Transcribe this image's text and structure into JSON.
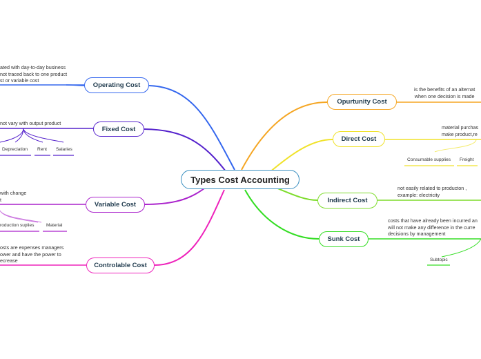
{
  "central": {
    "label": "Types Cost Accounting"
  },
  "left": {
    "operating": {
      "label": "Operating Cost",
      "desc": [
        "ated with day-to-day business",
        "not traced back to one product",
        "st or variable cost"
      ]
    },
    "fixed": {
      "label": "Fixed Cost",
      "desc": "not vary with output product",
      "subs": [
        "Depreciation",
        "Rent",
        "Salaries"
      ]
    },
    "variable": {
      "label": "Variable Cost",
      "desc": [
        "with change",
        "t"
      ],
      "subs": [
        "roduction suplies",
        "Material"
      ]
    },
    "controllable": {
      "label": "Controlable Cost",
      "desc": [
        "osts are expenses managers",
        "ower and have the power to",
        "ecrease"
      ]
    }
  },
  "right": {
    "opportunity": {
      "label": "Opurtunity Cost",
      "desc": [
        "is the benefits of an alternat",
        "when one decision is made"
      ]
    },
    "direct": {
      "label": "Direct Cost",
      "desc": [
        "material purchas",
        "make product,re"
      ],
      "subs": [
        "Consumable supplies",
        "Freight"
      ]
    },
    "indirect": {
      "label": "Indirect Cost",
      "desc": [
        "not easily related to producton ,",
        "example: electricity"
      ]
    },
    "sunk": {
      "label": "Sunk Cost",
      "desc": [
        "costs that have already been incurred an",
        "will not make any difference in the curre",
        "decisions by management"
      ],
      "subs": [
        "Subtopic"
      ]
    }
  },
  "colors": {
    "central_border": "#3a8fc0",
    "operating": "#3366ee",
    "fixed": "#5522cc",
    "variable": "#aa22cc",
    "controllable": "#ee22bb",
    "opportunity": "#f5a623",
    "direct": "#f0e22a",
    "indirect": "#7ddc2a",
    "sunk": "#33dd22"
  }
}
